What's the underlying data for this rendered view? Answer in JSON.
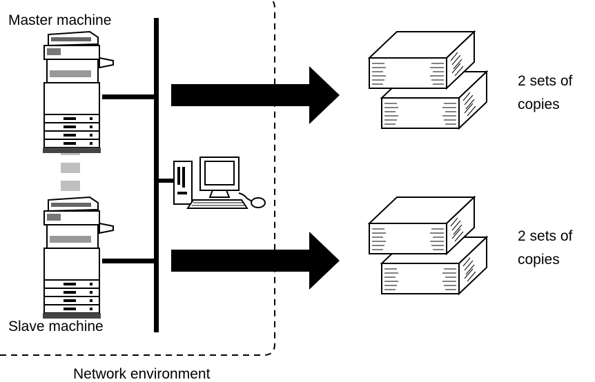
{
  "labels": {
    "master": "Master machine",
    "slave": "Slave machine",
    "network": "Network environment",
    "output_top_line1": "2 sets of",
    "output_top_line2": "copies",
    "output_bottom_line1": "2 sets of",
    "output_bottom_line2": "copies"
  },
  "colors": {
    "stroke": "#000000",
    "machine_body": "#ffffff",
    "machine_shade": "#555555",
    "connector_dash": "#bfbfbf"
  },
  "icons": [
    "copier-icon",
    "computer-icon",
    "paper-stack-icon",
    "arrow-right-icon"
  ]
}
